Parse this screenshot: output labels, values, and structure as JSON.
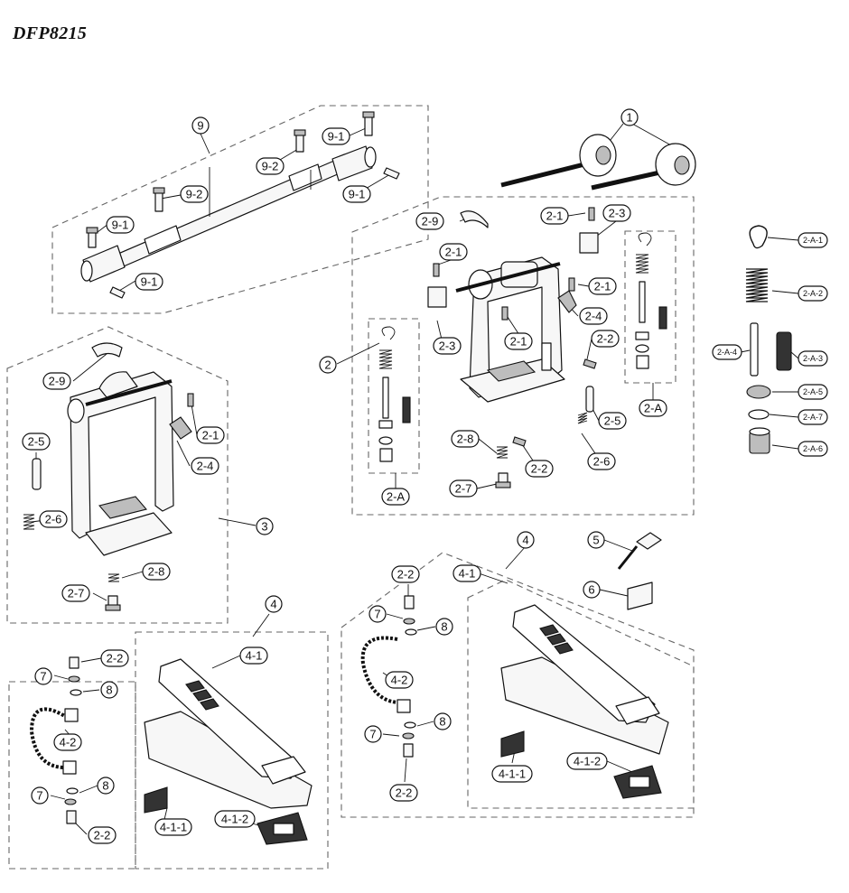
{
  "model": "DFP8215",
  "callouts": {
    "c1": "1",
    "c2": "2",
    "c3": "3",
    "c4a": "4",
    "c4b": "4",
    "c5": "5",
    "c6": "6",
    "c9": "9",
    "c7a": "7",
    "c7b": "7",
    "c7c": "7",
    "c7d": "7",
    "c8a": "8",
    "c8b": "8",
    "c8c": "8",
    "c8d": "8"
  },
  "labels": {
    "p9_1_a": "9-1",
    "p9_1_b": "9-1",
    "p9_1_c": "9-1",
    "p9_1_d": "9-1",
    "p9_2_a": "9-2",
    "p9_2_b": "9-2",
    "p2_9_a": "2-9",
    "p2_9_b": "2-9",
    "p2_1_a": "2-1",
    "p2_1_b": "2-1",
    "p2_1_c": "2-1",
    "p2_1_d": "2-1",
    "p2_1_e": "2-1",
    "p2_3_a": "2-3",
    "p2_3_b": "2-3",
    "p2_4_a": "2-4",
    "p2_4_b": "2-4",
    "p2_2_a": "2-2",
    "p2_2_b": "2-2",
    "p2_2_c": "2-2",
    "p2_2_d": "2-2",
    "p2_2_e": "2-2",
    "p2_2_f": "2-2",
    "p2_5_a": "2-5",
    "p2_5_b": "2-5",
    "p2_6_a": "2-6",
    "p2_6_b": "2-6",
    "p2_7_a": "2-7",
    "p2_7_b": "2-7",
    "p2_8_a": "2-8",
    "p2_8_b": "2-8",
    "p2_A_a": "2-A",
    "p2_A_b": "2-A",
    "p4_1_a": "4-1",
    "p4_1_b": "4-1",
    "p4_2_a": "4-2",
    "p4_2_b": "4-2",
    "p4_1_1_a": "4-1-1",
    "p4_1_1_b": "4-1-1",
    "p4_1_2_a": "4-1-2",
    "p4_1_2_b": "4-1-2",
    "pA1": "2-A-1",
    "pA2": "2-A-2",
    "pA3": "2-A-3",
    "pA4": "2-A-4",
    "pA5": "2-A-5",
    "pA6": "2-A-6",
    "pA7": "2-A-7"
  }
}
